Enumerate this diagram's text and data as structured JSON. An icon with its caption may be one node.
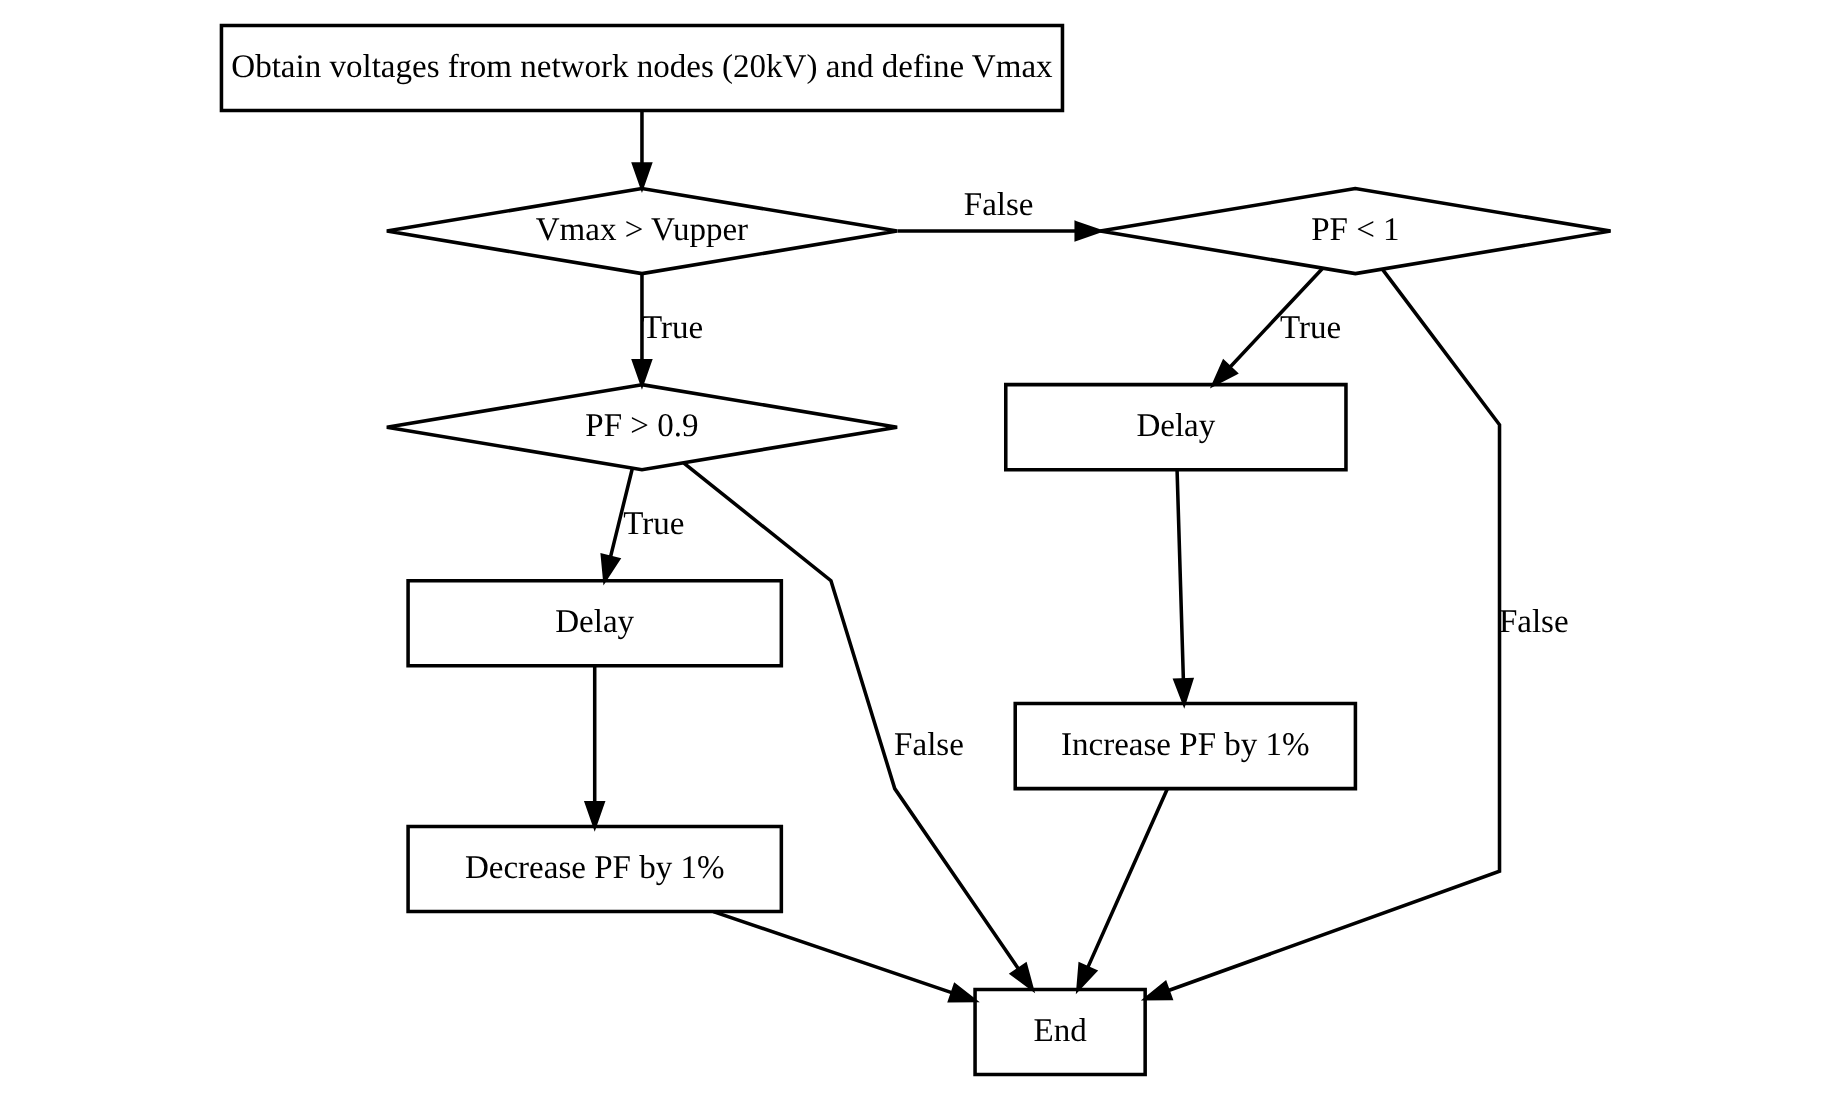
{
  "diagram": {
    "nodes": [
      {
        "text": [
          "Obtain voltages from network nodes (20kV) and define Vmax"
        ]
      },
      {
        "text": [
          "Vmax > Vupper"
        ]
      },
      {
        "text": [
          "PF < 1"
        ]
      },
      {
        "text": [
          "PF > 0.9"
        ]
      },
      {
        "text": [
          "Delay"
        ]
      },
      {
        "text": [
          "Decrease PF by 1%"
        ]
      },
      {
        "text": [
          "Delay"
        ]
      },
      {
        "text": [
          "Increase PF by 1%"
        ]
      },
      {
        "text": [
          "End"
        ]
      }
    ],
    "edges": [
      {
        "from": 0,
        "to": 1,
        "arrow": "to"
      },
      {
        "from": 1,
        "to": 2,
        "arrow": "to",
        "label": "False"
      },
      {
        "from": 1,
        "to": 3,
        "arrow": "to",
        "label": "True"
      },
      {
        "from": 2,
        "to": 6,
        "arrow": "to",
        "label": "True"
      },
      {
        "from": 2,
        "to": 8,
        "arrow": "to",
        "label": "False"
      },
      {
        "from": 3,
        "to": 8,
        "arrow": "to",
        "label": "False"
      },
      {
        "from": 3,
        "to": 4,
        "arrow": "to",
        "label": "True"
      },
      {
        "from": 4,
        "to": 5,
        "arrow": "to"
      },
      {
        "from": 6,
        "to": 7,
        "arrow": "to"
      },
      {
        "from": 5,
        "to": 8,
        "arrow": "to"
      },
      {
        "from": 7,
        "to": 8,
        "arrow": "to"
      }
    ]
  }
}
